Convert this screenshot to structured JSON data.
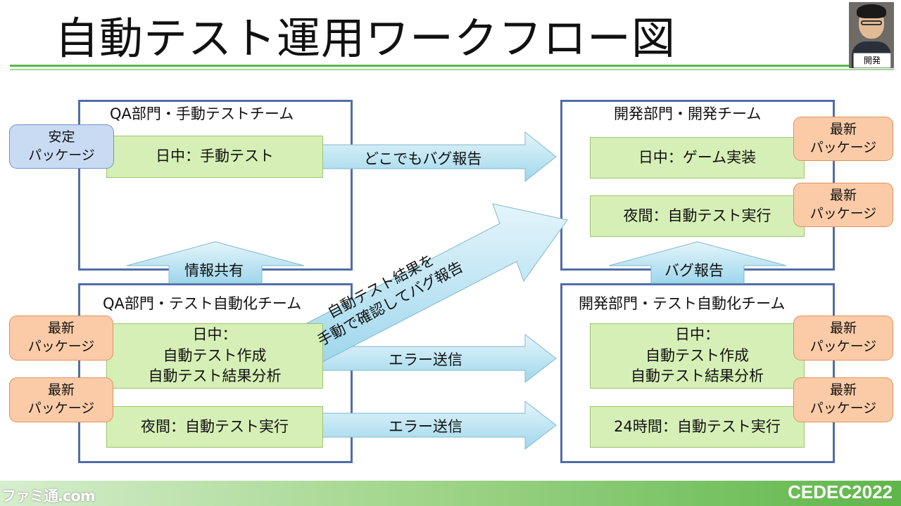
{
  "title": "自動テスト運用ワークフロー図",
  "avatar_tag": "開発",
  "boxes": {
    "qa_manual": {
      "title": "QA部門・手動テストチーム",
      "task": "日中：手動テスト",
      "package": [
        "安定",
        "パッケージ"
      ]
    },
    "dev_team": {
      "title": "開発部門・開発チーム",
      "task1": "日中：ゲーム実装",
      "task2": "夜間：自動テスト実行",
      "package1": [
        "最新",
        "パッケージ"
      ],
      "package2": [
        "最新",
        "パッケージ"
      ]
    },
    "qa_auto": {
      "title": "QA部門・テスト自動化チーム",
      "task1": [
        "日中：",
        "自動テスト作成",
        "自動テスト結果分析"
      ],
      "task2": "夜間：自動テスト実行",
      "package1": [
        "最新",
        "パッケージ"
      ],
      "package2": [
        "最新",
        "パッケージ"
      ]
    },
    "dev_auto": {
      "title": "開発部門・テスト自動化チーム",
      "task1": [
        "日中：",
        "自動テスト作成",
        "自動テスト結果分析"
      ],
      "task2": "24時間：自動テスト実行",
      "package1": [
        "最新",
        "パッケージ"
      ],
      "package2": [
        "最新",
        "パッケージ"
      ]
    }
  },
  "arrows": {
    "bug_report_anywhere": "どこでもバグ報告",
    "info_share": "情報共有",
    "bug_report_up": "バグ報告",
    "error_send_1": "エラー送信",
    "error_send_2": "エラー送信",
    "diagonal": [
      "自動テスト結果を",
      "手動で確認してバグ報告"
    ]
  },
  "footer": {
    "watermark": "ファミ通.com",
    "logo": "CEDEC2022"
  },
  "colors": {
    "box_border": "#4f6ea8",
    "task_fill": "#d6efb6",
    "package_latest_fill": "#fbcba7",
    "package_stable_fill": "#c9dbf3",
    "arrow_fill": "#b7e2f1",
    "rule_green": "#5ab64a"
  }
}
